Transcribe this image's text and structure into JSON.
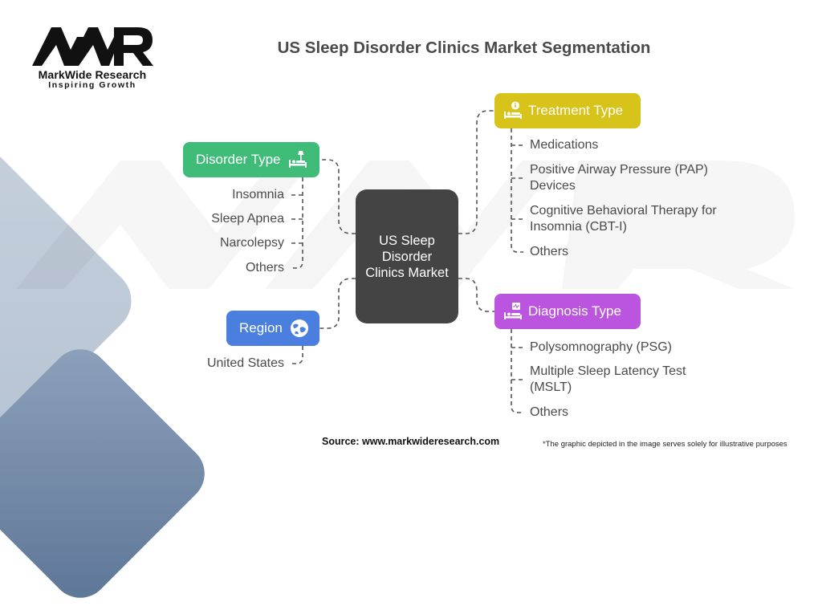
{
  "logo": {
    "mark": "MWR",
    "name": "MarkWide Research",
    "tagline": "Inspiring Growth"
  },
  "title": "US Sleep Disorder Clinics Market Segmentation",
  "center": {
    "label": "US Sleep Disorder Clinics Market",
    "color": "#444444"
  },
  "categories": {
    "disorder": {
      "label": "Disorder Type",
      "icon": "bed-lamp-icon",
      "color": "#3ebc78",
      "items": [
        "Insomnia",
        "Sleep Apnea",
        "Narcolepsy",
        "Others"
      ]
    },
    "region": {
      "label": "Region",
      "icon": "globe-icon",
      "color": "#4a7fe0",
      "items": [
        "United States"
      ]
    },
    "treatment": {
      "label": "Treatment Type",
      "icon": "bed-info-icon",
      "color": "#d7c319",
      "items": [
        "Medications",
        "Positive Airway Pressure (PAP)",
        "Devices",
        "Cognitive Behavioral Therapy for",
        "Insomnia (CBT-I)",
        "Others"
      ]
    },
    "diagnosis": {
      "label": "Diagnosis Type",
      "icon": "bed-monitor-icon",
      "color": "#bb54de",
      "items": [
        "Polysomnography (PSG)",
        "Multiple Sleep Latency Test",
        "(MSLT)",
        "Others"
      ]
    }
  },
  "footer": {
    "source": "Source: www.markwideresearch.com",
    "note": "*The graphic depicted in the image serves solely for illustrative purposes"
  }
}
